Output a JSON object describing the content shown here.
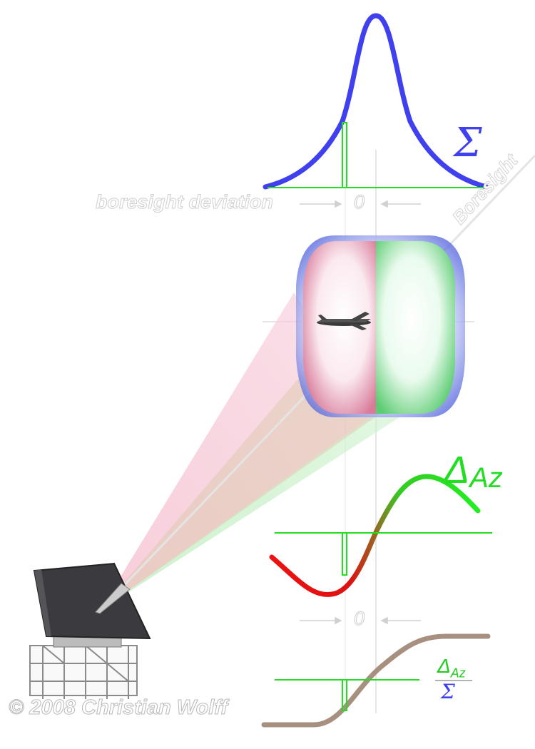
{
  "labels": {
    "boresight": "Boresight",
    "boresight_deviation": "boresight deviation",
    "zero_top": "0",
    "zero_bottom": "0",
    "sum_symbol": "Σ",
    "delta_symbol": "Δ",
    "delta_subscript": "Az",
    "ratio_numerator_symbol": "Δ",
    "ratio_numerator_subscript": "Az",
    "ratio_denominator": "Σ",
    "copyright": "© 2008 Christian Wolff"
  },
  "colors": {
    "sum_curve": "#4040ee",
    "delta_positive": "#22dd22",
    "delta_negative": "#ee1111",
    "ratio_curve": "#a89080",
    "marker": "#22dd22",
    "axis": "#dddddd",
    "lobe_left": "#e8a0b8",
    "lobe_right": "#a0e8a8",
    "lobe_outer": "#8090ee"
  },
  "icons": {
    "aircraft": "airplane-icon",
    "antenna": "radar-antenna-icon"
  }
}
